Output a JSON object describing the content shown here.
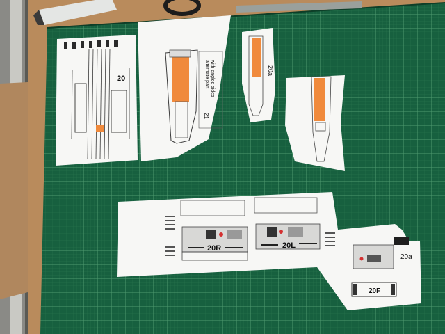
{
  "scene": {
    "description_colors": {
      "cutting_mat": "#17603f",
      "mat_grid": "#4f9a6f",
      "table_wood": "#b98b5c",
      "paper": "#f7f7f5",
      "accent_orange": "#f08a3c",
      "ink": "#2a2a2a",
      "red_dot": "#d43030"
    }
  },
  "pieces": {
    "p20": {
      "label": "20"
    },
    "p21": {
      "label": "21",
      "note_line1": "alternate part",
      "note_line2": "with angled sides"
    },
    "p20a_top": {
      "label": "20a"
    },
    "p20R": {
      "label": "20R"
    },
    "p20L": {
      "label": "20L"
    },
    "p20a_bottom": {
      "label": "20a"
    },
    "p20F": {
      "label": "20F"
    }
  }
}
